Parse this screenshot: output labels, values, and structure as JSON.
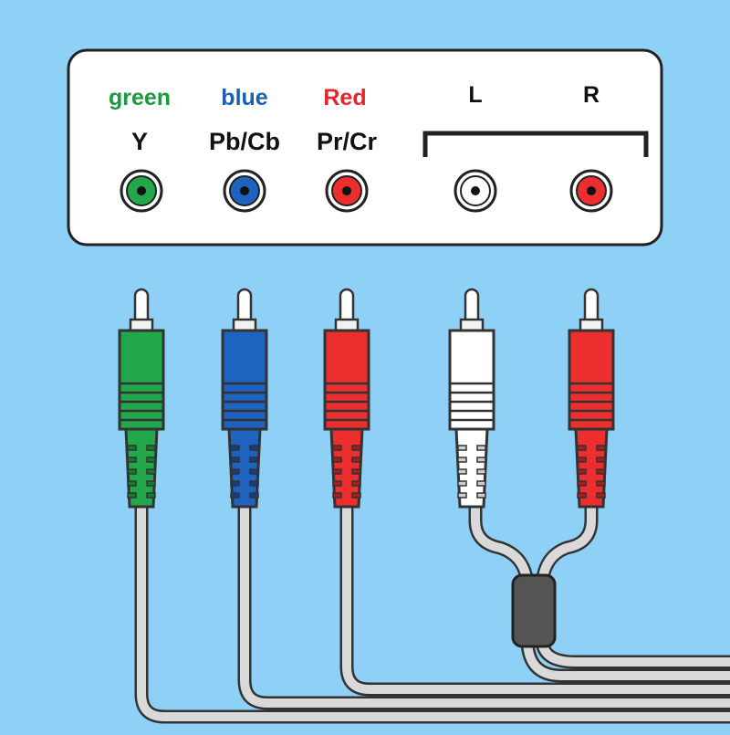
{
  "ports": [
    {
      "color_word": "green",
      "signal": "Y",
      "word_color": "#1a9a3c",
      "fill": "#22a84a",
      "dark": "#157a33"
    },
    {
      "color_word": "blue",
      "signal": "Pb/Cb",
      "word_color": "#1a5fb0",
      "fill": "#1e63c0",
      "dark": "#123f82"
    },
    {
      "color_word": "Red",
      "signal": "Pr/Cr",
      "word_color": "#e0282e",
      "fill": "#ec2e2e",
      "dark": "#a81c1c"
    }
  ],
  "audio": {
    "left_label": "L",
    "right_label": "R",
    "left_fill": "#ffffff",
    "left_dark": "#cfcfcf",
    "right_fill": "#ec2e2e",
    "right_dark": "#a81c1c"
  },
  "colors": {
    "background": "#8fd0f7",
    "panel": "#ffffff",
    "cable": "#d9d9d9",
    "splitter": "#555555"
  }
}
